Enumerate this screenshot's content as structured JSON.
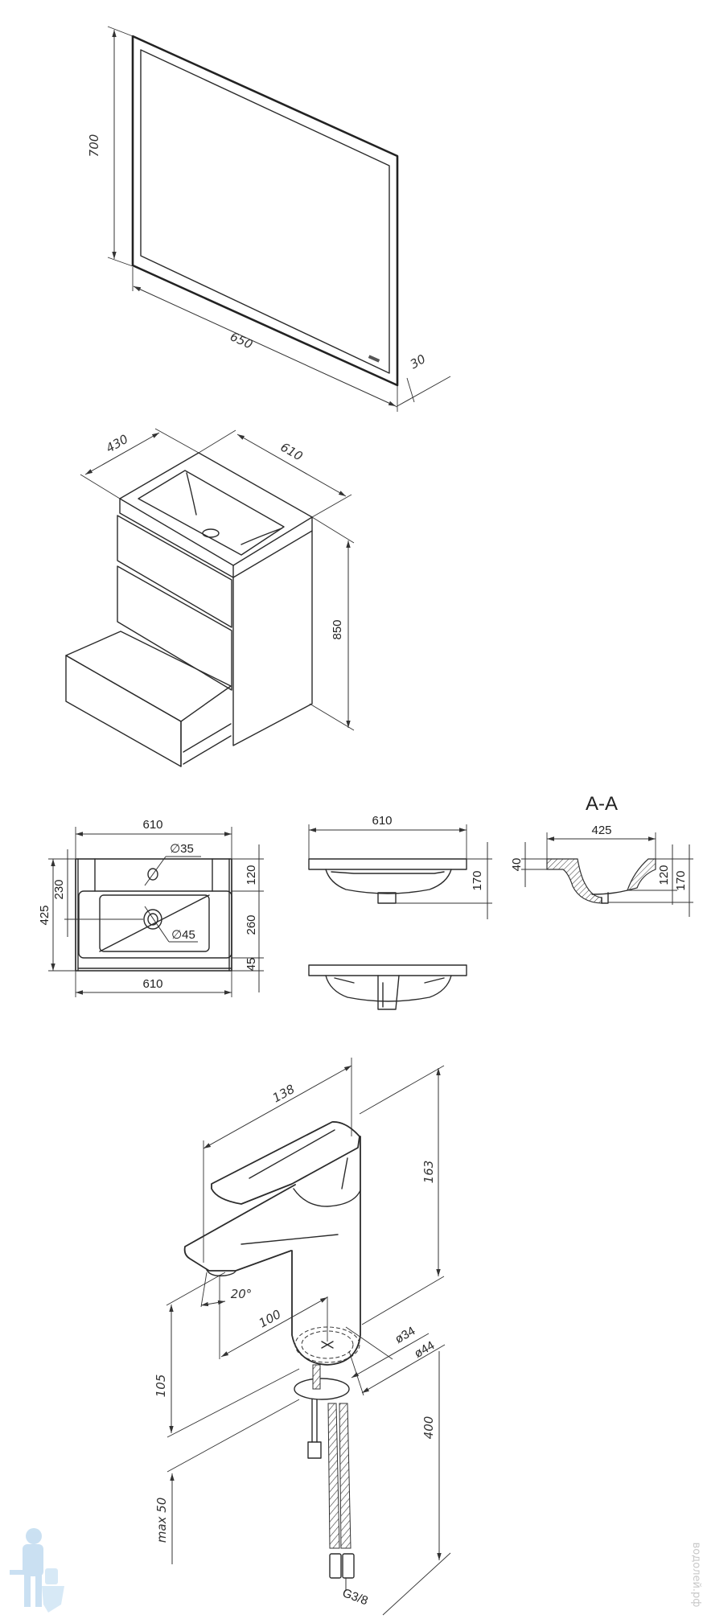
{
  "mirror": {
    "height": "700",
    "width": "650",
    "depth": "30"
  },
  "cabinet": {
    "depth": "430",
    "width": "610",
    "height": "850"
  },
  "basin_plan": {
    "width_top": "610",
    "width_bottom": "610",
    "tap_hole": "∅35",
    "drain_hole": "∅45",
    "depth_total": "425",
    "to_drain": "230",
    "rear": "120",
    "basin": "260",
    "front": "45"
  },
  "basin_front": {
    "width": "610",
    "height": "170"
  },
  "section": {
    "title": "A-A",
    "width": "425",
    "rim": "40",
    "bowl": "120",
    "height": "170"
  },
  "faucet": {
    "length": "138",
    "height": "163",
    "reach": "100",
    "angle": "20°",
    "spout_height": "105",
    "deck_max": "max 50",
    "hose_length": "400",
    "base_d1": "ø34",
    "base_d2": "ø44",
    "thread": "G3/8"
  },
  "watermark": {
    "site": "водолей.рф"
  }
}
